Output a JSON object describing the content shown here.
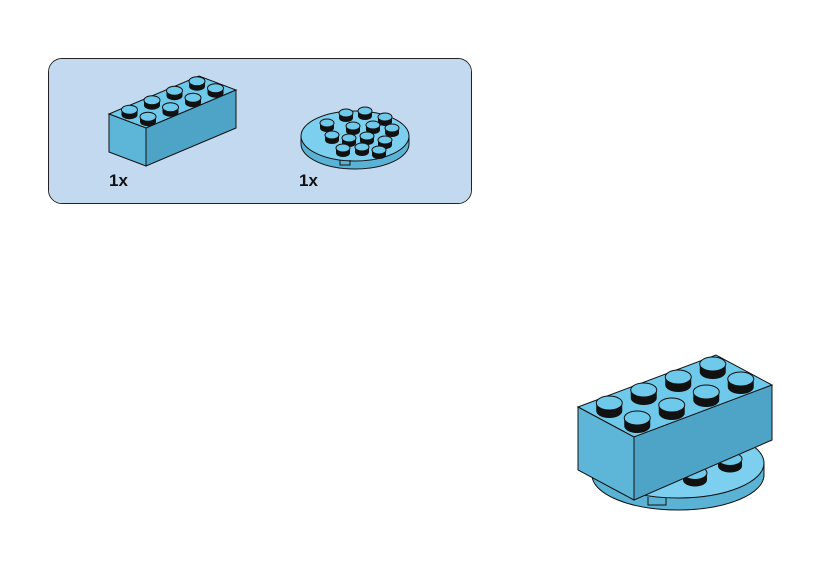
{
  "colors": {
    "panel_bg": "#c3d9f0",
    "brick_top": "#6ec9ea",
    "brick_front": "#5db6d8",
    "brick_side": "#4ea4c6",
    "plate_top": "#7ccfee",
    "plate_edge": "#5ab2d4",
    "stud_dark": "#111111",
    "outline": "#111111"
  },
  "parts_panel": {
    "items": [
      {
        "part": "brick-2x4",
        "quantity": "1x"
      },
      {
        "part": "round-plate-4x4",
        "quantity": "1x"
      }
    ]
  },
  "assembly": {
    "description_icon": "brick-on-round-plate"
  }
}
